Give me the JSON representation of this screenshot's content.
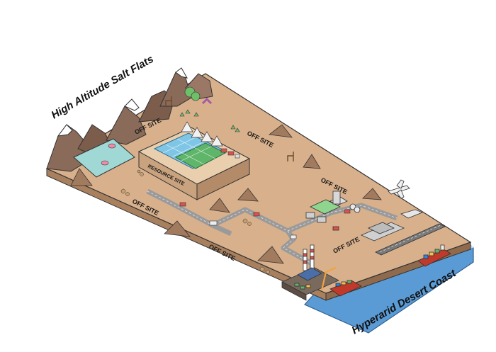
{
  "titles": {
    "top_left": "High Altitude Salt Flats",
    "bottom_right": "Hyperarid Desert Coast"
  },
  "labels": {
    "resource_site": "RESOURCE SITE",
    "off_site": "OFF SITE"
  },
  "colors": {
    "ground": "#d8b08c",
    "ground_edge": "#a9805e",
    "mountain": "#8a6a58",
    "snow": "#ffffff",
    "salt_lake": "#9fd8d4",
    "sea": "#5b9bd5",
    "road": "#9a9a9a",
    "solar": "#7fc6e6",
    "green_roof": "#5fb56a",
    "site_base": "#e9cfae"
  }
}
